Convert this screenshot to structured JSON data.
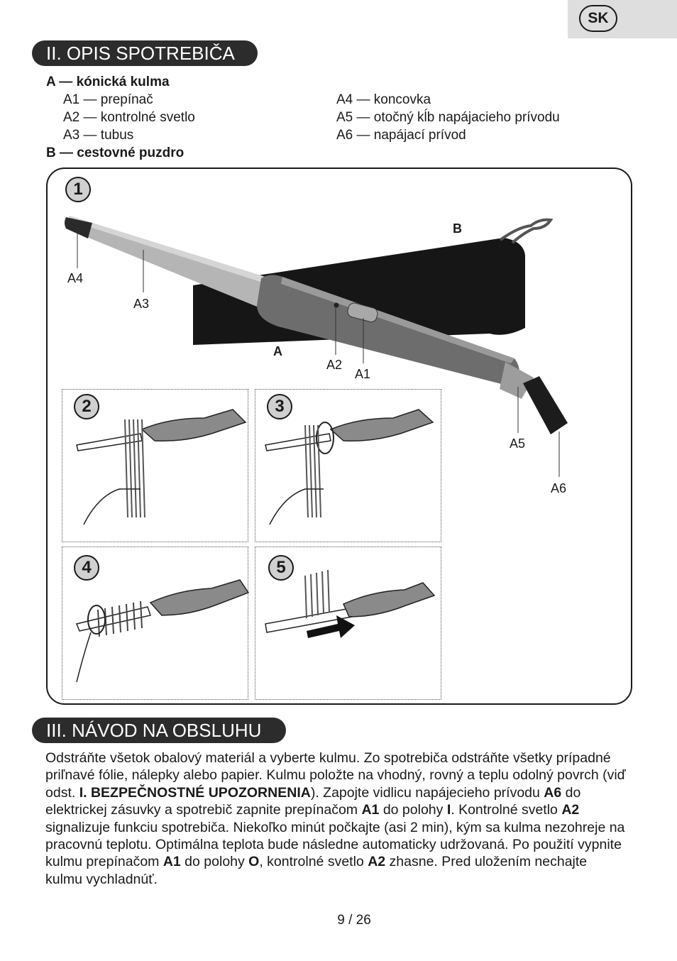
{
  "lang": "SK",
  "section2": {
    "title": "II. OPIS SPOTREBIČA"
  },
  "parts": {
    "a_title": "A — kónická kulma",
    "a1": "A1 — prepínač",
    "a2": "A2 — kontrolné svetlo",
    "a3": "A3 — tubus",
    "a4": "A4 — koncovka",
    "a5": "A5 — otočný kĺb napájacieho prívodu",
    "a6": "A6 — napájací prívod",
    "b_title": "B — cestovné puzdro"
  },
  "figure": {
    "steps": [
      "1",
      "2",
      "3",
      "4",
      "5"
    ],
    "callouts": {
      "a4": "A4",
      "a3": "A3",
      "a": "A",
      "a2": "A2",
      "a1": "A1",
      "b": "B",
      "a5": "A5",
      "a6": "A6"
    }
  },
  "section3": {
    "title": "III. NÁVOD NA OBSLUHU",
    "p1": "Odstráňte všetok obalový materiál a vyberte kulmu. Zo spotrebiča odstráňte všetky prípadné priľnavé fólie, nálepky alebo papier. Kulmu položte na vhodný, rovný a teplu odolný povrch (viď odst. ",
    "ref": "I. BEZPEČNOSTNÉ UPOZORNENIA",
    "p2": "). Zapojte vidlicu napájecieho prívodu ",
    "k_a6": "A6",
    "p3": " do elektrickej zásuvky a spotrebič zapnite prepínačom ",
    "k_a1": "A1",
    "p4": " do polohy ",
    "k_i": "I",
    "p5": ". Kontrolné svetlo ",
    "k_a2": "A2",
    "p6": " signalizuje funkciu spotrebiča. Niekoľko minút počkajte (asi 2 min), kým sa kulma nezohreje na pracovnú teplotu. Optimálna teplota bude následne automaticky udržovaná. Po použití vypnite kulmu prepínačom ",
    "k_a1b": "A1",
    "p7": " do polohy ",
    "k_o": "O",
    "p8": ", kontrolné svetlo ",
    "k_a2b": "A2",
    "p9": " zhasne. Pred uložením nechajte kulmu vychladnúť."
  },
  "page": "9  / 26"
}
